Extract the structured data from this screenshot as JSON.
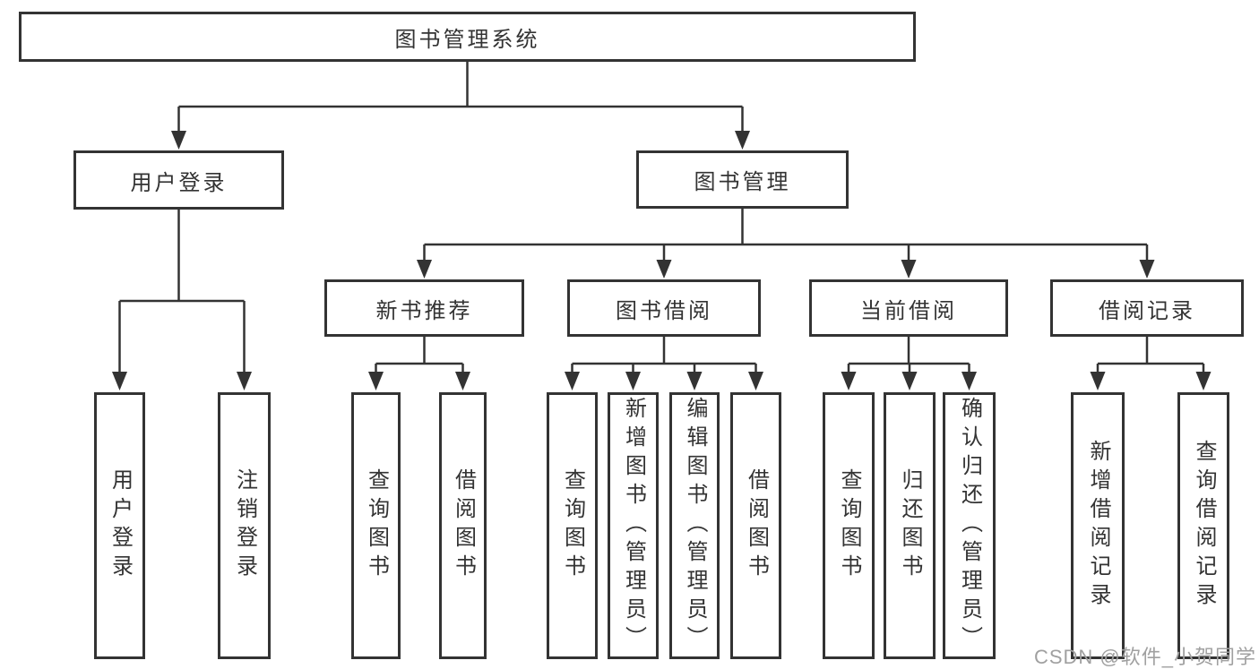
{
  "diagram": {
    "type": "hierarchy-tree",
    "colors": {
      "line": "#333333",
      "text": "#333333",
      "box_background": "#ffffff",
      "watermark": "#a0a0a0"
    },
    "tree": {
      "root": {
        "label": "图书管理系统",
        "children": [
          {
            "label": "用户登录",
            "children": [
              {
                "label": "用户登录"
              },
              {
                "label": "注销登录"
              }
            ]
          },
          {
            "label": "图书管理",
            "children": [
              {
                "label": "新书推荐",
                "children": [
                  {
                    "label": "查询图书"
                  },
                  {
                    "label": "借阅图书"
                  }
                ]
              },
              {
                "label": "图书借阅",
                "children": [
                  {
                    "label": "查询图书"
                  },
                  {
                    "label": "新增图书（管理员）"
                  },
                  {
                    "label": "编辑图书（管理员）"
                  },
                  {
                    "label": "借阅图书"
                  }
                ]
              },
              {
                "label": "当前借阅",
                "children": [
                  {
                    "label": "查询图书"
                  },
                  {
                    "label": "归还图书"
                  },
                  {
                    "label": "确认归还（管理员）"
                  }
                ]
              },
              {
                "label": "借阅记录",
                "children": [
                  {
                    "label": "新增借阅记录"
                  },
                  {
                    "label": "查询借阅记录"
                  }
                ]
              }
            ]
          }
        ]
      }
    }
  },
  "watermark": {
    "text": "CSDN @软件_小贺同学"
  }
}
